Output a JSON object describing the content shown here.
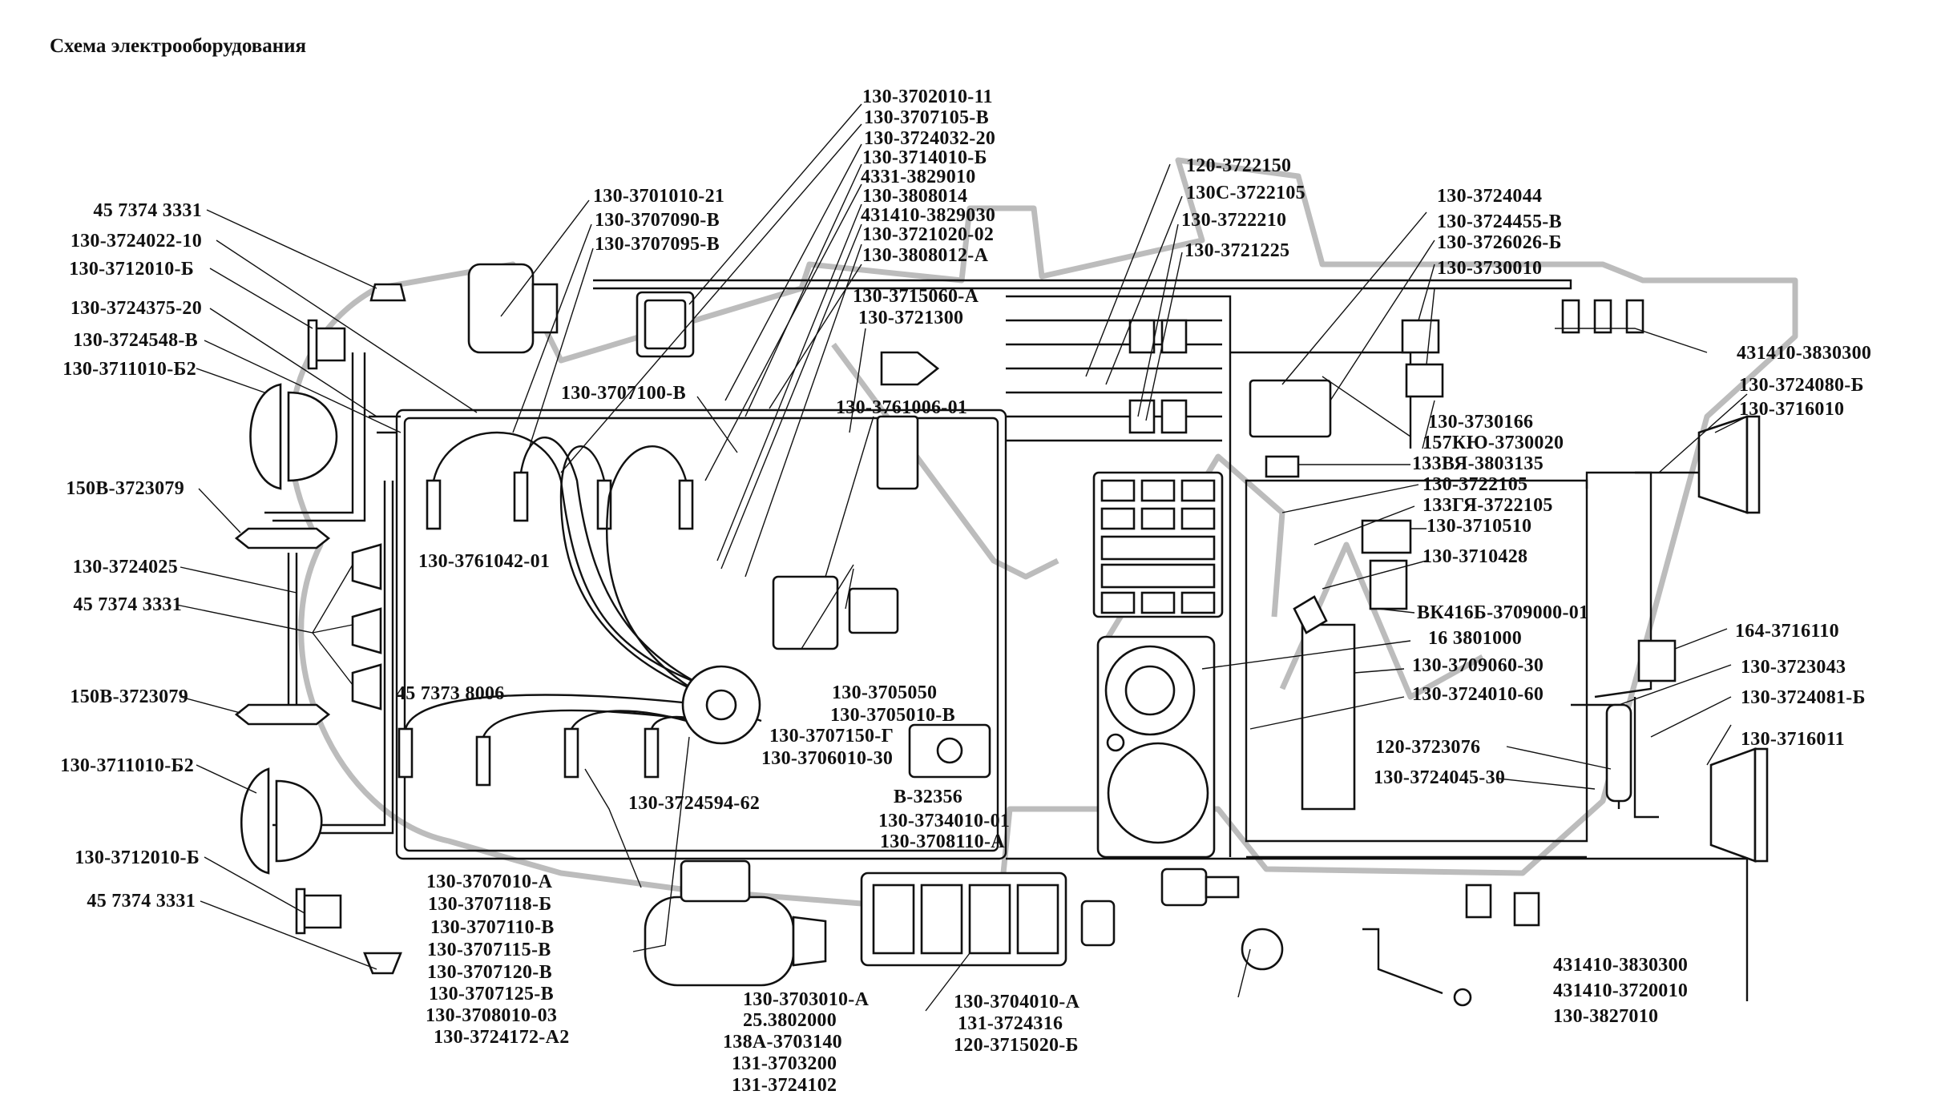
{
  "title": "Схема электрооборудования",
  "labels": {
    "l_left_01": "45 7374 3331",
    "l_left_02": "130-3724022-10",
    "l_left_03": "130-3712010-Б",
    "l_left_04": "130-3724375-20",
    "l_left_05": "130-3724548-В",
    "l_left_06": "130-3711010-Б2",
    "l_left_07": "150В-3723079",
    "l_left_08": "130-3724025",
    "l_left_09": "45 7374 3331",
    "l_left_10": "150В-3723079",
    "l_left_11": "130-3711010-Б2",
    "l_left_12": "130-3712010-Б",
    "l_left_13": "45 7374 3331",
    "l_mid_01": "130-3701010-21",
    "l_mid_02": "130-3707090-В",
    "l_mid_03": "130-3707095-В",
    "l_top_01": "130-3702010-11",
    "l_top_02": "130-3707105-В",
    "l_top_03": "130-3724032-20",
    "l_top_04": "130-3714010-Б",
    "l_top_05": "4331-3829010",
    "l_top_06": "130-3808014",
    "l_top_07": "431410-3829030",
    "l_top_08": "130-3721020-02",
    "l_top_09": "130-3808012-А",
    "l_c_01": "130-3715060-А",
    "l_c_02": "130-3721300",
    "l_c_03": "130-3707100-В",
    "l_c_04": "130-3761006-01",
    "l_c_05": "130-3761042-01",
    "l_c_06": "45 7373 8006",
    "l_c_07": "130-3705050",
    "l_c_08": "130-3705010-В",
    "l_c_09": "130-3707150-Г",
    "l_c_10": "130-3706010-30",
    "l_c_11": "В-32356",
    "l_c_12": "130-3724594-62",
    "l_c_13": "130-3734010-01",
    "l_c_14": "130-3708110-А",
    "l_d_01": "120-3722150",
    "l_d_02": "130С-3722105",
    "l_d_03": "130-3722210",
    "l_d_04": "130-3721225",
    "l_r_01": "130-3724044",
    "l_r_02": "130-3724455-В",
    "l_r_03": "130-3726026-Б",
    "l_r_04": "130-3730010",
    "l_r_05": "431410-3830300",
    "l_r_06": "130-3724080-Б",
    "l_r_07": "130-3716010",
    "l_r_08": "130-3730166",
    "l_r_09": "157КЮ-3730020",
    "l_r_10": "133ВЯ-3803135",
    "l_r_11": "130-3722105",
    "l_r_12": "133ГЯ-3722105",
    "l_r_13": "130-3710510",
    "l_r_14": "130-3710428",
    "l_r_15": "ВК416Б-3709000-01",
    "l_r_16": "16 3801000",
    "l_r_17": "130-3709060-30",
    "l_r_18": "130-3724010-60",
    "l_r_19": "164-3716110",
    "l_r_20": "130-3723043",
    "l_r_21": "130-3724081-Б",
    "l_r_22": "120-3723076",
    "l_r_23": "130-3724045-30",
    "l_r_24": "130-3716011",
    "l_b_01": "130-3707010-А",
    "l_b_02": "130-3707118-Б",
    "l_b_03": "130-3707110-В",
    "l_b_04": "130-3707115-В",
    "l_b_05": "130-3707120-В",
    "l_b_06": "130-3707125-В",
    "l_b_07": "130-3708010-03",
    "l_b_08": "130-3724172-А2",
    "l_b_09": "130-3703010-А",
    "l_b_10": "25.3802000",
    "l_b_11": "138А-3703140",
    "l_b_12": "131-3703200",
    "l_b_13": "131-3724102",
    "l_b_14": "130-3704010-А",
    "l_b_15": "131-3724316",
    "l_b_16": "120-3715020-Б",
    "l_b_17": "431410-3830300",
    "l_b_18": "431410-3720010",
    "l_b_19": "130-3827010"
  },
  "colors": {
    "ink": "#111111",
    "watermark": "#bcbcbc",
    "background": "#ffffff"
  }
}
